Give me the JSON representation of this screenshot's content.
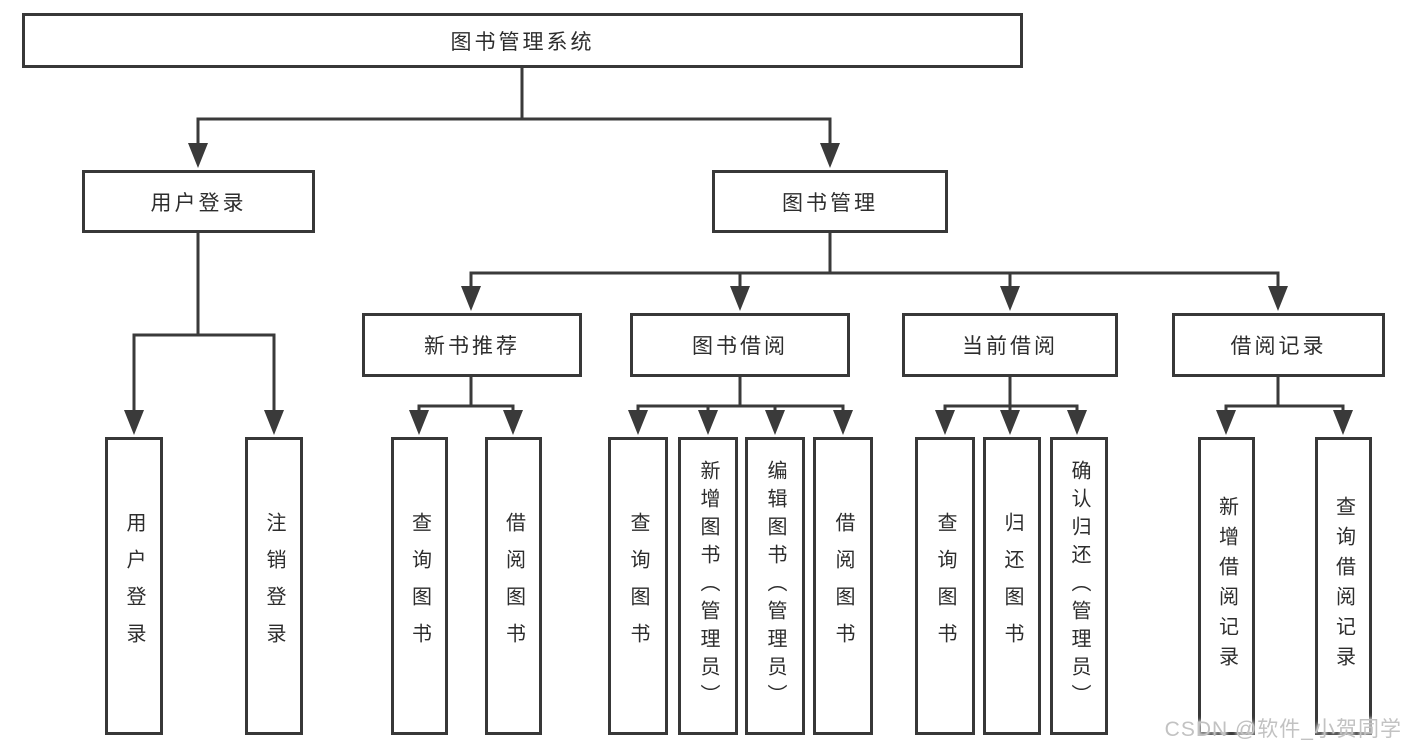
{
  "diagram": {
    "root": {
      "label": "图书管理系统"
    },
    "children": [
      {
        "label": "用户登录",
        "children": [
          {
            "label": "用户登录"
          },
          {
            "label": "注销登录"
          }
        ]
      },
      {
        "label": "图书管理",
        "children": [
          {
            "label": "新书推荐",
            "children": [
              {
                "label": "查询图书"
              },
              {
                "label": "借阅图书"
              }
            ]
          },
          {
            "label": "图书借阅",
            "children": [
              {
                "label": "查询图书"
              },
              {
                "label": "新增图书（管理员）"
              },
              {
                "label": "编辑图书（管理员）"
              },
              {
                "label": "借阅图书"
              }
            ]
          },
          {
            "label": "当前借阅",
            "children": [
              {
                "label": "查询图书"
              },
              {
                "label": "归还图书"
              },
              {
                "label": "确认归还（管理员）"
              }
            ]
          },
          {
            "label": "借阅记录",
            "children": [
              {
                "label": "新增借阅记录"
              },
              {
                "label": "查询借阅记录"
              }
            ]
          }
        ]
      }
    ]
  },
  "colors": {
    "line": "#3a3a3a",
    "box_border": "#383838",
    "box_fill": "#ffffff",
    "text": "#2d2d2d",
    "watermark": "#c2c2c2"
  },
  "watermark": {
    "text": "CSDN @软件_小贺同学"
  }
}
